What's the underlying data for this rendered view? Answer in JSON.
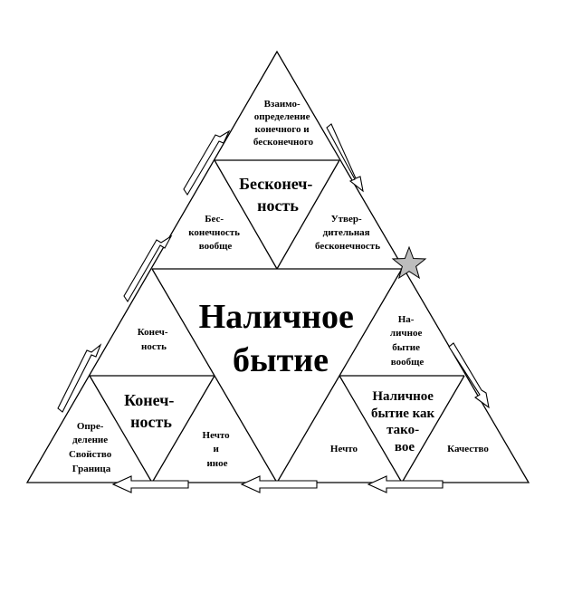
{
  "center": [
    "Наличное",
    "бытие"
  ],
  "top": {
    "apex": [
      "Взаимо-",
      "определение",
      "конечного и",
      "бесконечного"
    ],
    "inverted": [
      "Бесконеч-",
      "ность"
    ],
    "left": [
      "Бес-",
      "конечность",
      "вообще"
    ],
    "right": [
      "Утвер-",
      "дительная",
      "бесконечность"
    ]
  },
  "left": {
    "apex": [
      "Конеч-",
      "ность"
    ],
    "inverted": [
      "Конеч-",
      "ность"
    ],
    "left": [
      "Опре-",
      "деление",
      "Свойство",
      "Граница"
    ],
    "right": [
      "Нечто",
      "и",
      "иное"
    ]
  },
  "right": {
    "apex": [
      "На-",
      "личное",
      "бытие",
      "вообще"
    ],
    "inverted": [
      "Наличное",
      "бытие как",
      "тако-",
      "вое"
    ],
    "left": [
      "Нечто"
    ],
    "right": [
      "Качество"
    ]
  },
  "icons": {
    "star": "star-icon",
    "arrow": "hollow-arrow-icon"
  },
  "colors": {
    "line": "#000000",
    "star_fill": "#bdbdbd",
    "background": "#ffffff"
  }
}
